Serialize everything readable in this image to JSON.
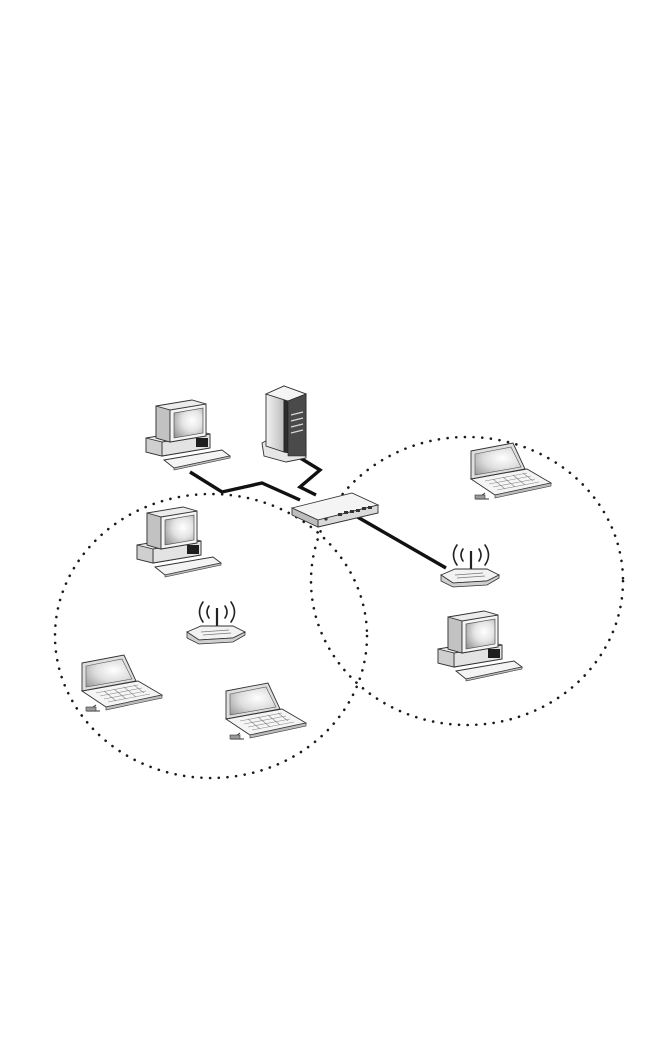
{
  "diagram": {
    "kind": "network-topology",
    "palette": {
      "cable": "#111111",
      "device_light": "#f1f1f1",
      "device_mid": "#c9c9c9",
      "device_dark": "#4a4a4a",
      "screen": "#d9d9d9"
    },
    "devices": [
      {
        "id": "desktop-top",
        "type": "desktop-computer",
        "icon": "desktop-computer-icon"
      },
      {
        "id": "server",
        "type": "tower-server",
        "icon": "server-tower-icon"
      },
      {
        "id": "switch",
        "type": "network-switch",
        "icon": "network-switch-icon"
      },
      {
        "id": "desktop-left-cell",
        "type": "desktop-computer",
        "icon": "desktop-computer-icon"
      },
      {
        "id": "ap-left",
        "type": "wireless-access-point",
        "icon": "wireless-access-point-icon"
      },
      {
        "id": "laptop-left-1",
        "type": "laptop",
        "icon": "laptop-icon"
      },
      {
        "id": "laptop-left-2",
        "type": "laptop",
        "icon": "laptop-icon"
      },
      {
        "id": "ap-right",
        "type": "wireless-access-point",
        "icon": "wireless-access-point-icon"
      },
      {
        "id": "laptop-right",
        "type": "laptop",
        "icon": "laptop-icon"
      },
      {
        "id": "desktop-right-cell",
        "type": "desktop-computer",
        "icon": "desktop-computer-icon"
      }
    ],
    "wired_links": [
      {
        "from": "desktop-top",
        "to": "switch"
      },
      {
        "from": "server",
        "to": "switch"
      },
      {
        "from": "switch",
        "to": "ap-right"
      }
    ],
    "wireless_cells": [
      {
        "id": "left-cell",
        "access_point": "ap-left",
        "members": [
          "desktop-left-cell",
          "laptop-left-1",
          "laptop-left-2"
        ]
      },
      {
        "id": "right-cell",
        "access_point": "ap-right",
        "members": [
          "laptop-right",
          "desktop-right-cell"
        ]
      }
    ]
  }
}
